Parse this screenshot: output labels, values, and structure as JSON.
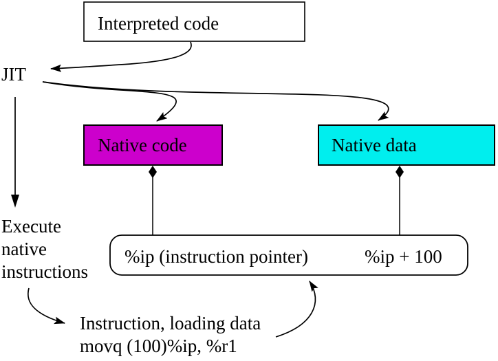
{
  "title": "JIT compilation diagram",
  "colors": {
    "background": "#FFFFFF",
    "line": "#000000",
    "native_code_fill": "#CC00CC",
    "native_data_fill": "#00EEEE",
    "box_fill": "#FFFFFF"
  },
  "nodes": {
    "interpreted_code": {
      "label": "Interpreted code"
    },
    "jit": {
      "label": "JIT"
    },
    "native_code": {
      "label": "Native code"
    },
    "native_data": {
      "label": "Native data"
    },
    "pointer_box": {
      "left_label": "%ip (instruction pointer)",
      "right_label": "%ip + 100"
    },
    "execute_note": {
      "line1": "Execute",
      "line2": "native",
      "line3": "instructions"
    },
    "instruction_note": {
      "line1": "Instruction, loading data",
      "line2": "movq (100)%ip, %r1"
    }
  }
}
